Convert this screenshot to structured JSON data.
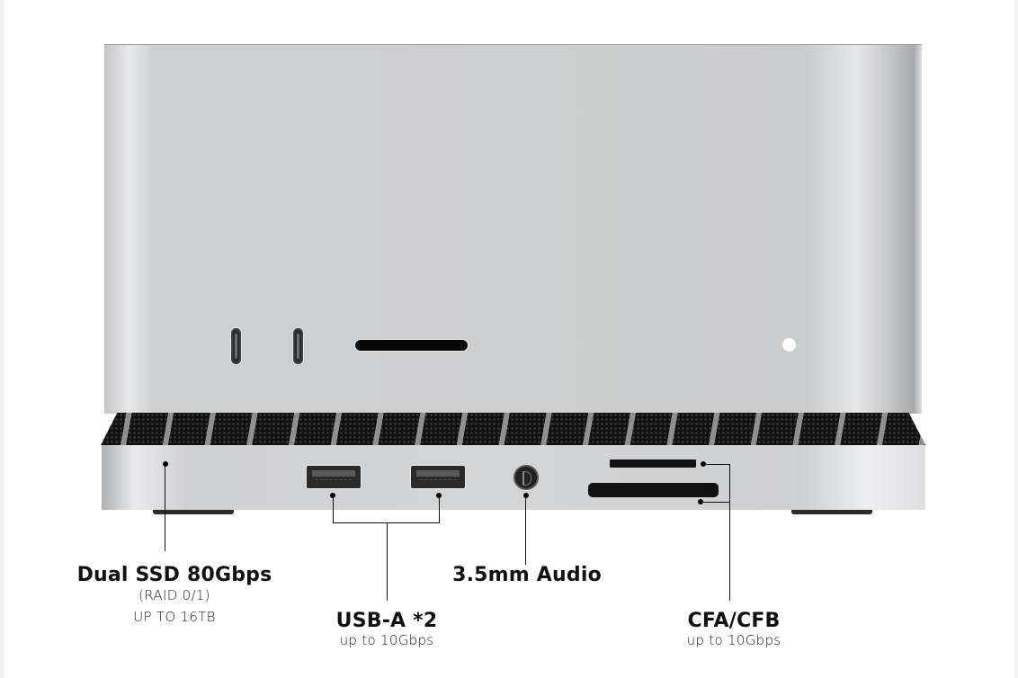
{
  "product": {
    "front_ports": {
      "thunderbolt_ports": 2,
      "sd_slot": true,
      "power_indicator": true
    }
  },
  "callouts": {
    "ssd": {
      "title": "Dual SSD 80Gbps",
      "line2": "(RAID 0/1)",
      "line3": "UP TO 16TB"
    },
    "usb": {
      "title": "USB-A *2",
      "sub": "up to 10Gbps"
    },
    "audio": {
      "title": "3.5mm Audio"
    },
    "card": {
      "title": "CFA/CFB",
      "sub": "up to 10Gbps"
    }
  },
  "colors": {
    "background": "#ffffff",
    "aluminum": "#cdcecf",
    "text": "#111111"
  }
}
